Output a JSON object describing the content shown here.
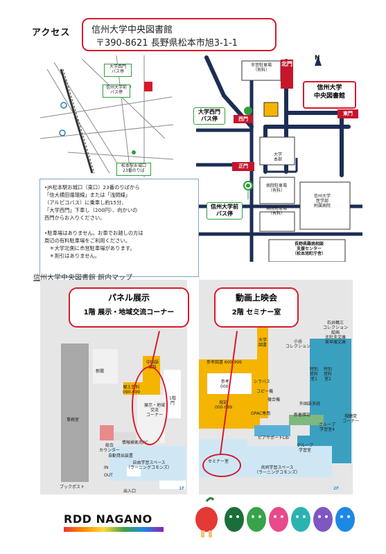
{
  "access": {
    "title": "アクセス",
    "library_name": "信州大学中央図書館",
    "address": "〒390-8621 長野県松本市旭3-1-1"
  },
  "small_map": {
    "labels": {
      "daigaku_nishimon": "大学西門\nバス停",
      "daigaku_mae": "信州大学前\nバス停",
      "oshiromachi": "松本駅お城口\n23番のりば"
    }
  },
  "campus_map": {
    "north": "N",
    "parking_city": "市営駐車場\n（有料）",
    "kita_mon": "北門",
    "library": "信州大学\n中央図書館",
    "nishimon_stop": "大学西門\nバス停",
    "nishimon": "西門",
    "higashimon": "東門",
    "honbu": "大学\n本部",
    "seimon": "正門",
    "hospital_parking_1": "病院駐車場\n（有料）",
    "hospital_parking_2": "病院駐車場\n（有料）",
    "hospital": "信州大学\n医学部\n附属病院",
    "mae_stop": "信州大学前\nバス停",
    "support_center": "長野県難病相談\n支援センター\n（松本旭町庁舎）"
  },
  "info": {
    "lines": [
      "•JR松本駅お城口（東口）23番のりばから",
      "「信大横田循環線」または「浅間線」",
      "（アルピコバス）に乗車し約15分、",
      "「大学西門」下車し（200円）、向かいの",
      "西門からお入りください。",
      "",
      "•駐車場はありません。お車でお越しの方は",
      "周辺の有料駐車場をご利用ください。",
      "　＊大学北側に市営駐車場があります。",
      "　＊割引はありません。"
    ]
  },
  "floor": {
    "title": "信州大学中央図書館 館内マップ",
    "callout1_line1": "パネル展示",
    "callout1_line2": "1階 展示・地域交流コーナー",
    "callout2_line1": "動画上映会",
    "callout2_line2": "2階 セミナー室",
    "f1_labels": {
      "shinkan": "新聞",
      "jimushitsu": "事務室",
      "kyodo": "郷土資料\n090-099",
      "chugoku": "中国語資料",
      "tenji": "展示・地域交流\nコーナー",
      "f1_mon": "1階\n門",
      "counter": "総合\nカウンター",
      "joho": "情報検索用PC",
      "jido": "自動貸出装置",
      "jiyu": "自由学習スペース\n（ラーニングコモンズ）",
      "out": "OUT",
      "in": "IN",
      "book_post": "ブックポスト",
      "entrance": "出入口",
      "floor": "1F"
    },
    "f2_labels": {
      "reference": "参考図書 600-999",
      "sankou": "参考\n000-",
      "soukan": "総記\n000-089",
      "shirabasu": "シラバス",
      "copy": "コピー機",
      "fukugo": "複合機",
      "opac": "OPAC専用",
      "pc": "ピアサポートLib",
      "seminar": "セミナー室",
      "kyodou": "共同学習スペース\n（ラーニングコモンズ）",
      "gaikoku": "外国語多読",
      "shinchaku": "新着雑誌",
      "tokubetsu1": "特別資料室1",
      "tokubetsu2": "特別資料室2",
      "group4": "グループ\n学習室4",
      "group": "グループ\n学習室",
      "daigaku_lib": "大学\n図書",
      "koka": "小谷\nコレクション",
      "ishii": "石井鶴三\nコレクション\n絵画\n北杜夫文庫\n美早庵文庫",
      "shichokaku": "視聴覚\nコーナー",
      "floor": "2F"
    }
  },
  "footer": {
    "brand": "RDD NAGANO"
  },
  "colors": {
    "accent": "#d8192b",
    "road": "#1d2e55",
    "green": "#2e9e3b",
    "yellow": "#f5b400",
    "light_blue": "#cfe7f5",
    "teal": "#3aa0c0"
  }
}
